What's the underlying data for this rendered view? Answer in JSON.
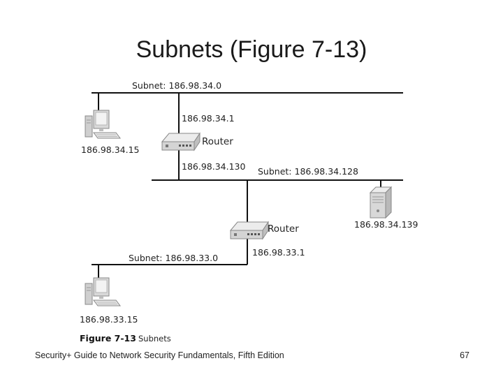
{
  "slide": {
    "title": "Subnets (Figure 7-13)",
    "footer_text": "Security+ Guide to Network Security Fundamentals, Fifth Edition",
    "page_number": "67"
  },
  "diagram": {
    "subnets": [
      {
        "label": "Subnet: 186.98.34.0"
      },
      {
        "label": "Subnet: 186.98.34.128"
      },
      {
        "label": "Subnet: 186.98.33.0"
      }
    ],
    "routers": [
      {
        "label": "Router",
        "interfaces": [
          "186.98.34.1",
          "186.98.34.130"
        ]
      },
      {
        "label": "Router",
        "interfaces": [
          "186.98.33.1"
        ]
      }
    ],
    "hosts": [
      {
        "ip": "186.98.34.15",
        "device": "workstation-icon"
      },
      {
        "ip": "186.98.34.139",
        "device": "server-icon"
      },
      {
        "ip": "186.98.33.15",
        "device": "workstation-icon"
      }
    ],
    "figure": {
      "number": "Figure 7-13",
      "caption": "Subnets"
    }
  }
}
